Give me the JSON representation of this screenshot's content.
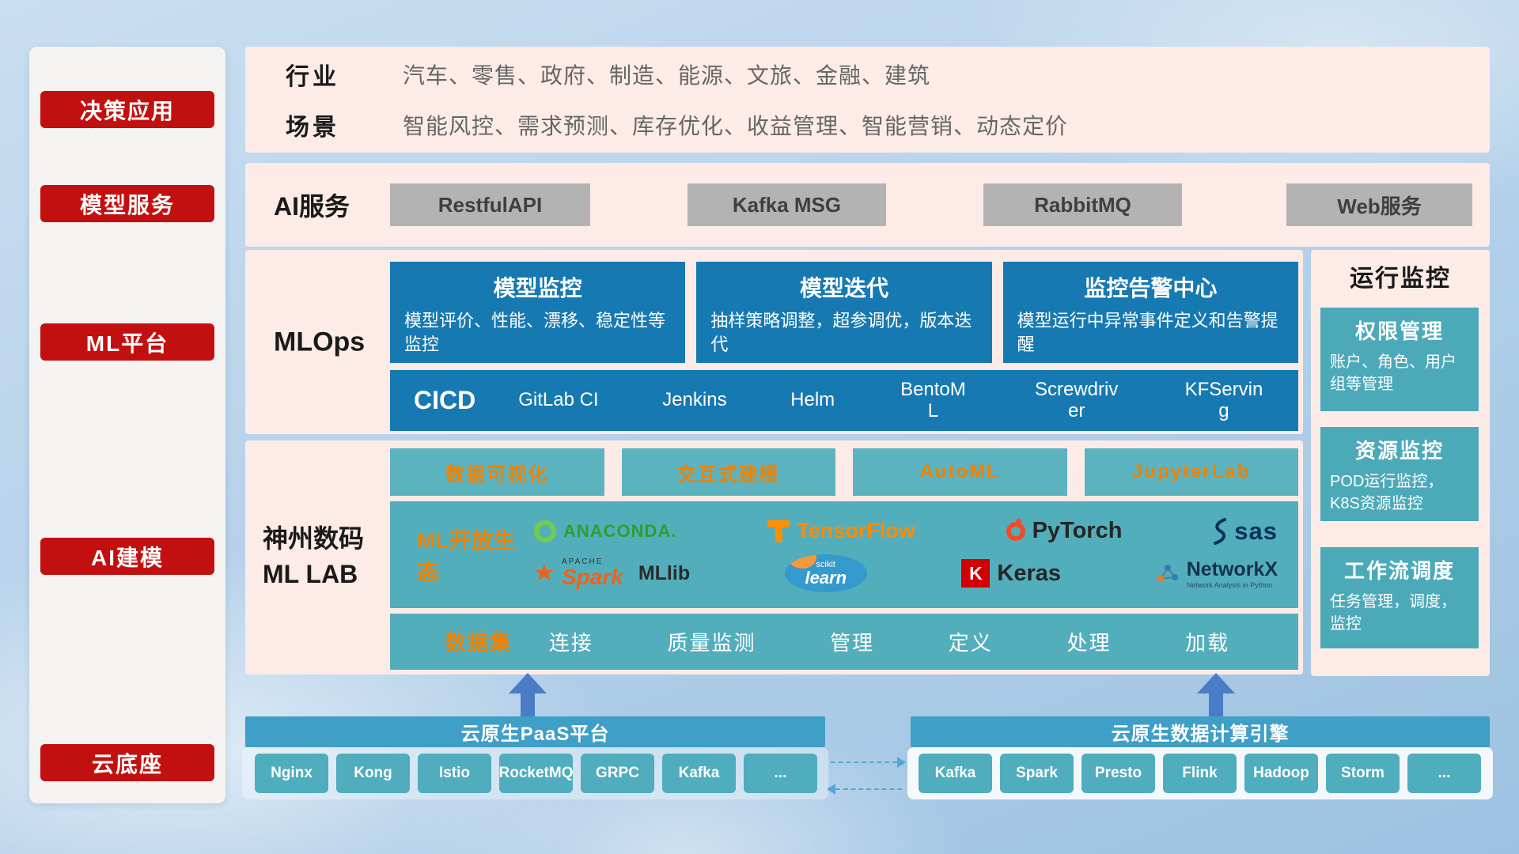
{
  "colors": {
    "red": "#c21010",
    "pink": "#fdebe7",
    "deep_blue": "#1779b1",
    "teal": "#53aebc",
    "bar_blue": "#3f9fc6",
    "orange": "#f08200"
  },
  "sidebar": {
    "items": [
      {
        "label": "决策应用"
      },
      {
        "label": "模型服务"
      },
      {
        "label": "ML平台"
      },
      {
        "label": "AI建模"
      },
      {
        "label": "云底座"
      }
    ]
  },
  "industry": {
    "rows": [
      {
        "label": "行业",
        "text": "汽车、零售、政府、制造、能源、文旅、金融、建筑"
      },
      {
        "label": "场景",
        "text": "智能风控、需求预测、库存优化、收益管理、智能营销、动态定价"
      }
    ]
  },
  "ai_service": {
    "label": "AI服务",
    "buttons": [
      "RestfulAPI",
      "Kafka MSG",
      "RabbitMQ",
      "Web服务"
    ]
  },
  "mlops": {
    "label": "MLOps",
    "cards": [
      {
        "title": "模型监控",
        "body": "模型评价、性能、漂移、稳定性等监控"
      },
      {
        "title": "模型迭代",
        "body": "抽样策略调整，超参调优，版本迭代"
      },
      {
        "title": "监控告警中心",
        "body": "模型运行中异常事件定义和告警提醒"
      }
    ],
    "cicd_title": "CICD",
    "cicd_items": [
      "GitLab CI",
      "Jenkins",
      "Helm",
      "BentoML",
      "Screwdriver",
      "KFServing"
    ]
  },
  "mllab": {
    "label_line1": "神州数码",
    "label_line2": "ML LAB",
    "tools": [
      "数据可视化",
      "交互式建模",
      "AutoML",
      "JupyterLab"
    ],
    "eco_label": "ML开放生态",
    "logos": {
      "anaconda": "ANACONDA.",
      "tensorflow": "TensorFlow",
      "pytorch": "PyTorch",
      "sas": "sas",
      "spark_apache": "APACHE",
      "spark": "Spark",
      "mllib": "MLlib",
      "scikit_top": "scikit",
      "scikit_main": "learn",
      "keras_k": "K",
      "keras": "Keras",
      "networkx": "NetworkX",
      "networkx_sub": "Network Analysis in Python"
    },
    "dataset_label": "数据集",
    "dataset_items": [
      "连接",
      "质量监测",
      "管理",
      "定义",
      "处理",
      "加载"
    ]
  },
  "monitor": {
    "title": "运行监控",
    "cards": [
      {
        "title": "权限管理",
        "body": "账户、角色、用户组等管理"
      },
      {
        "title": "资源监控",
        "body": "POD运行监控，K8S资源监控"
      },
      {
        "title": "工作流调度",
        "body": "任务管理，调度，监控"
      }
    ]
  },
  "foundation": {
    "paas_title": "云原生PaaS平台",
    "paas_items": [
      "Nginx",
      "Kong",
      "Istio",
      "RocketMQ",
      "GRPC",
      "Kafka",
      "..."
    ],
    "engine_title": "云原生数据计算引擎",
    "engine_items": [
      "Kafka",
      "Spark",
      "Presto",
      "Flink",
      "Hadoop",
      "Storm",
      "..."
    ]
  }
}
